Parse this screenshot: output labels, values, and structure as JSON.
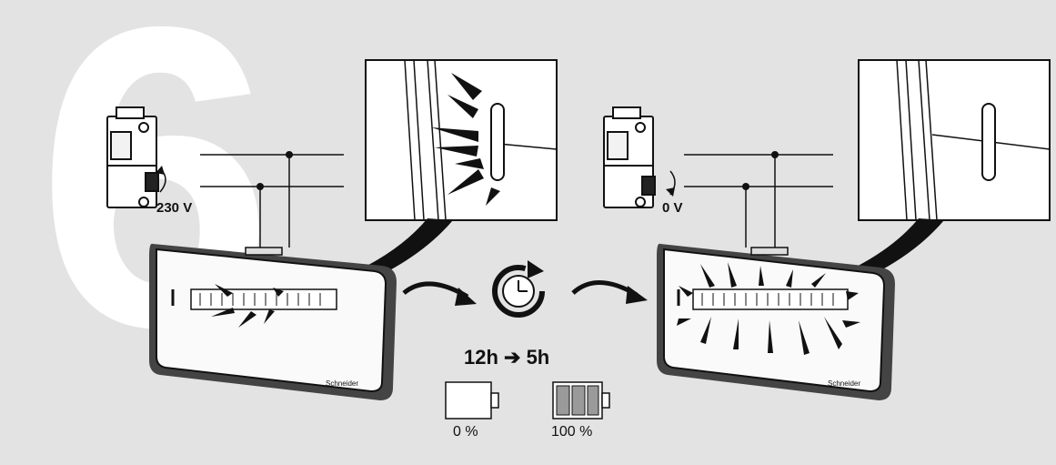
{
  "step_number": "6",
  "left_panel": {
    "voltage_label": "230 V"
  },
  "right_panel": {
    "voltage_label": "0 V"
  },
  "charge": {
    "duration_label": "12h ➔ 5h",
    "battery_empty_label": "0 %",
    "battery_full_label": "100 %",
    "battery_empty_level": 0,
    "battery_full_level": 1
  },
  "icons": {
    "breaker": "circuit-breaker-icon",
    "clock": "clock-refresh-icon",
    "battery": "battery-icon",
    "arrow": "curved-arrow-icon"
  },
  "colors": {
    "background": "#e3e3e3",
    "ink": "#111111",
    "step_number": "#ffffff"
  }
}
